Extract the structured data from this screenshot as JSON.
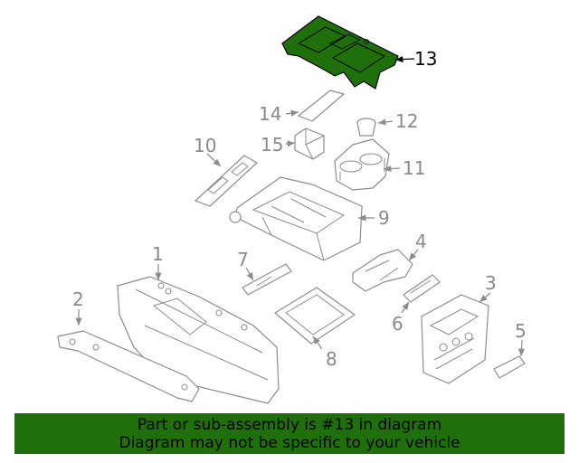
{
  "diagram": {
    "highlight_color": "#1f6f0a",
    "callouts": {
      "c1": "1",
      "c2": "2",
      "c3": "3",
      "c4": "4",
      "c5": "5",
      "c6": "6",
      "c7": "7",
      "c8": "8",
      "c9": "9",
      "c10": "10",
      "c11": "11",
      "c12": "12",
      "c13": "13",
      "c14": "14",
      "c15": "15"
    }
  },
  "footer": {
    "line1": "Part or sub-assembly is #13 in diagram",
    "line2": "Diagram may not be specific to your vehicle"
  }
}
